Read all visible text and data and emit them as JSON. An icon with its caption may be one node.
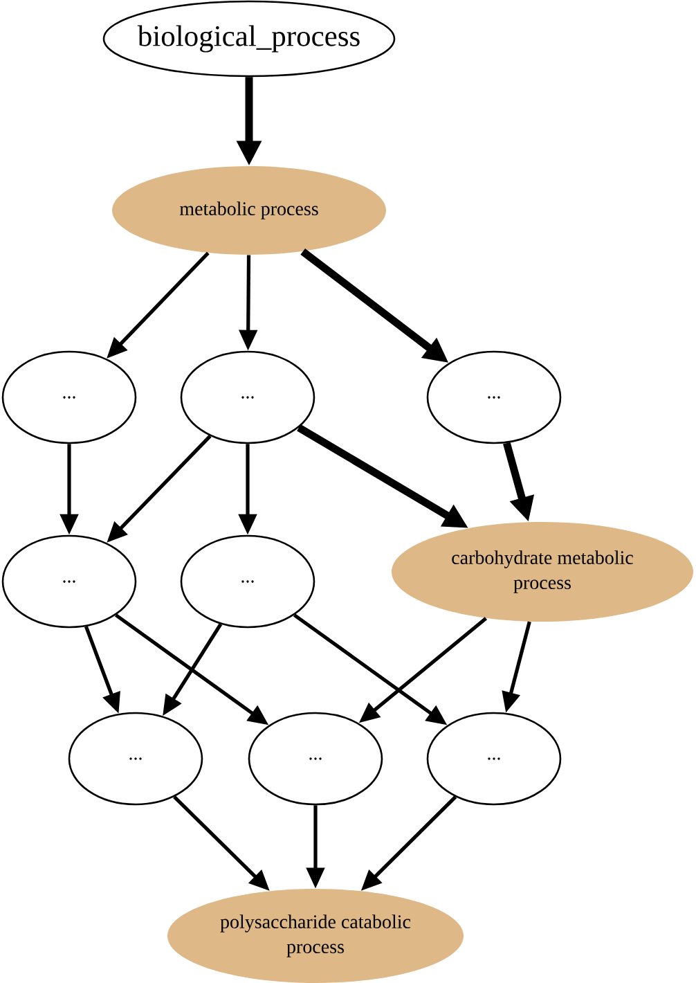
{
  "diagram": {
    "nodes": [
      {
        "text": [
          "biological_process"
        ]
      },
      {
        "text": [
          "metabolic process"
        ]
      },
      {
        "text": [
          "..."
        ]
      },
      {
        "text": [
          "..."
        ]
      },
      {
        "text": [
          "..."
        ]
      },
      {
        "text": [
          "..."
        ]
      },
      {
        "text": [
          "..."
        ]
      },
      {
        "text": [
          "carbohydrate metabolic process"
        ]
      },
      {
        "text": [
          "..."
        ]
      },
      {
        "text": [
          "..."
        ]
      },
      {
        "text": [
          "..."
        ]
      },
      {
        "text": [
          "polysaccharide catabolic process"
        ]
      }
    ],
    "edges": [
      {
        "from": 0,
        "to": 1,
        "arrow": "to",
        "style": "thick"
      },
      {
        "from": 1,
        "to": 2,
        "arrow": "to"
      },
      {
        "from": 1,
        "to": 3,
        "arrow": "to"
      },
      {
        "from": 1,
        "to": 4,
        "arrow": "to",
        "style": "thick"
      },
      {
        "from": 2,
        "to": 5,
        "arrow": "to"
      },
      {
        "from": 3,
        "to": 5,
        "arrow": "to"
      },
      {
        "from": 3,
        "to": 6,
        "arrow": "to"
      },
      {
        "from": 3,
        "to": 7,
        "arrow": "to",
        "style": "thick"
      },
      {
        "from": 4,
        "to": 7,
        "arrow": "to",
        "style": "thick"
      },
      {
        "from": 5,
        "to": 8,
        "arrow": "to"
      },
      {
        "from": 5,
        "to": 9,
        "arrow": "to"
      },
      {
        "from": 6,
        "to": 8,
        "arrow": "to"
      },
      {
        "from": 6,
        "to": 10,
        "arrow": "to"
      },
      {
        "from": 7,
        "to": 9,
        "arrow": "to"
      },
      {
        "from": 7,
        "to": 10,
        "arrow": "to"
      },
      {
        "from": 8,
        "to": 11,
        "arrow": "to"
      },
      {
        "from": 9,
        "to": 11,
        "arrow": "to"
      },
      {
        "from": 10,
        "to": 11,
        "arrow": "to"
      }
    ]
  }
}
